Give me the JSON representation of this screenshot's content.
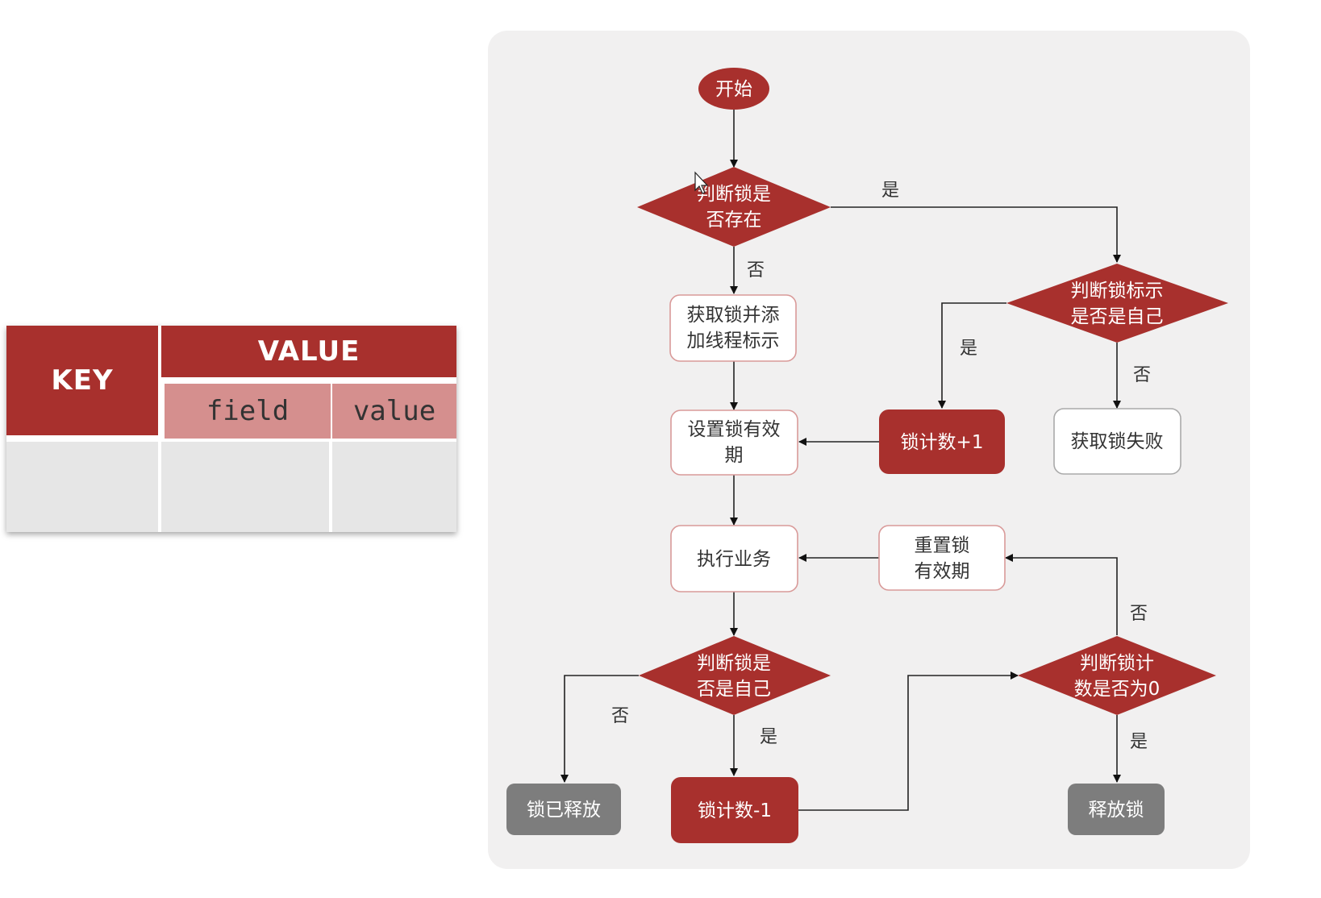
{
  "hash_table": {
    "key": "KEY",
    "value": "VALUE",
    "field": "field",
    "value_col": "value"
  },
  "flowchart": {
    "start": "开始",
    "d1": [
      "判断锁是",
      "否存在"
    ],
    "acquire": [
      "获取锁并添",
      "加线程标示"
    ],
    "d2": [
      "判断锁标示",
      "是否是自己"
    ],
    "set_expire": [
      "设置锁有效",
      "期"
    ],
    "count_plus": "锁计数+1",
    "fail": "获取锁失败",
    "execute": "执行业务",
    "reset_expire": [
      "重置锁",
      "有效期"
    ],
    "d3": [
      "判断锁是",
      "否是自己"
    ],
    "d4": [
      "判断锁计",
      "数是否为0"
    ],
    "released": "锁已释放",
    "count_minus": "锁计数-1",
    "release": "释放锁",
    "yes": "是",
    "no": "否"
  },
  "colors": {
    "primary": "#a8302d",
    "secondary": "#d58f8e",
    "gray_node": "#7d7d7d"
  }
}
